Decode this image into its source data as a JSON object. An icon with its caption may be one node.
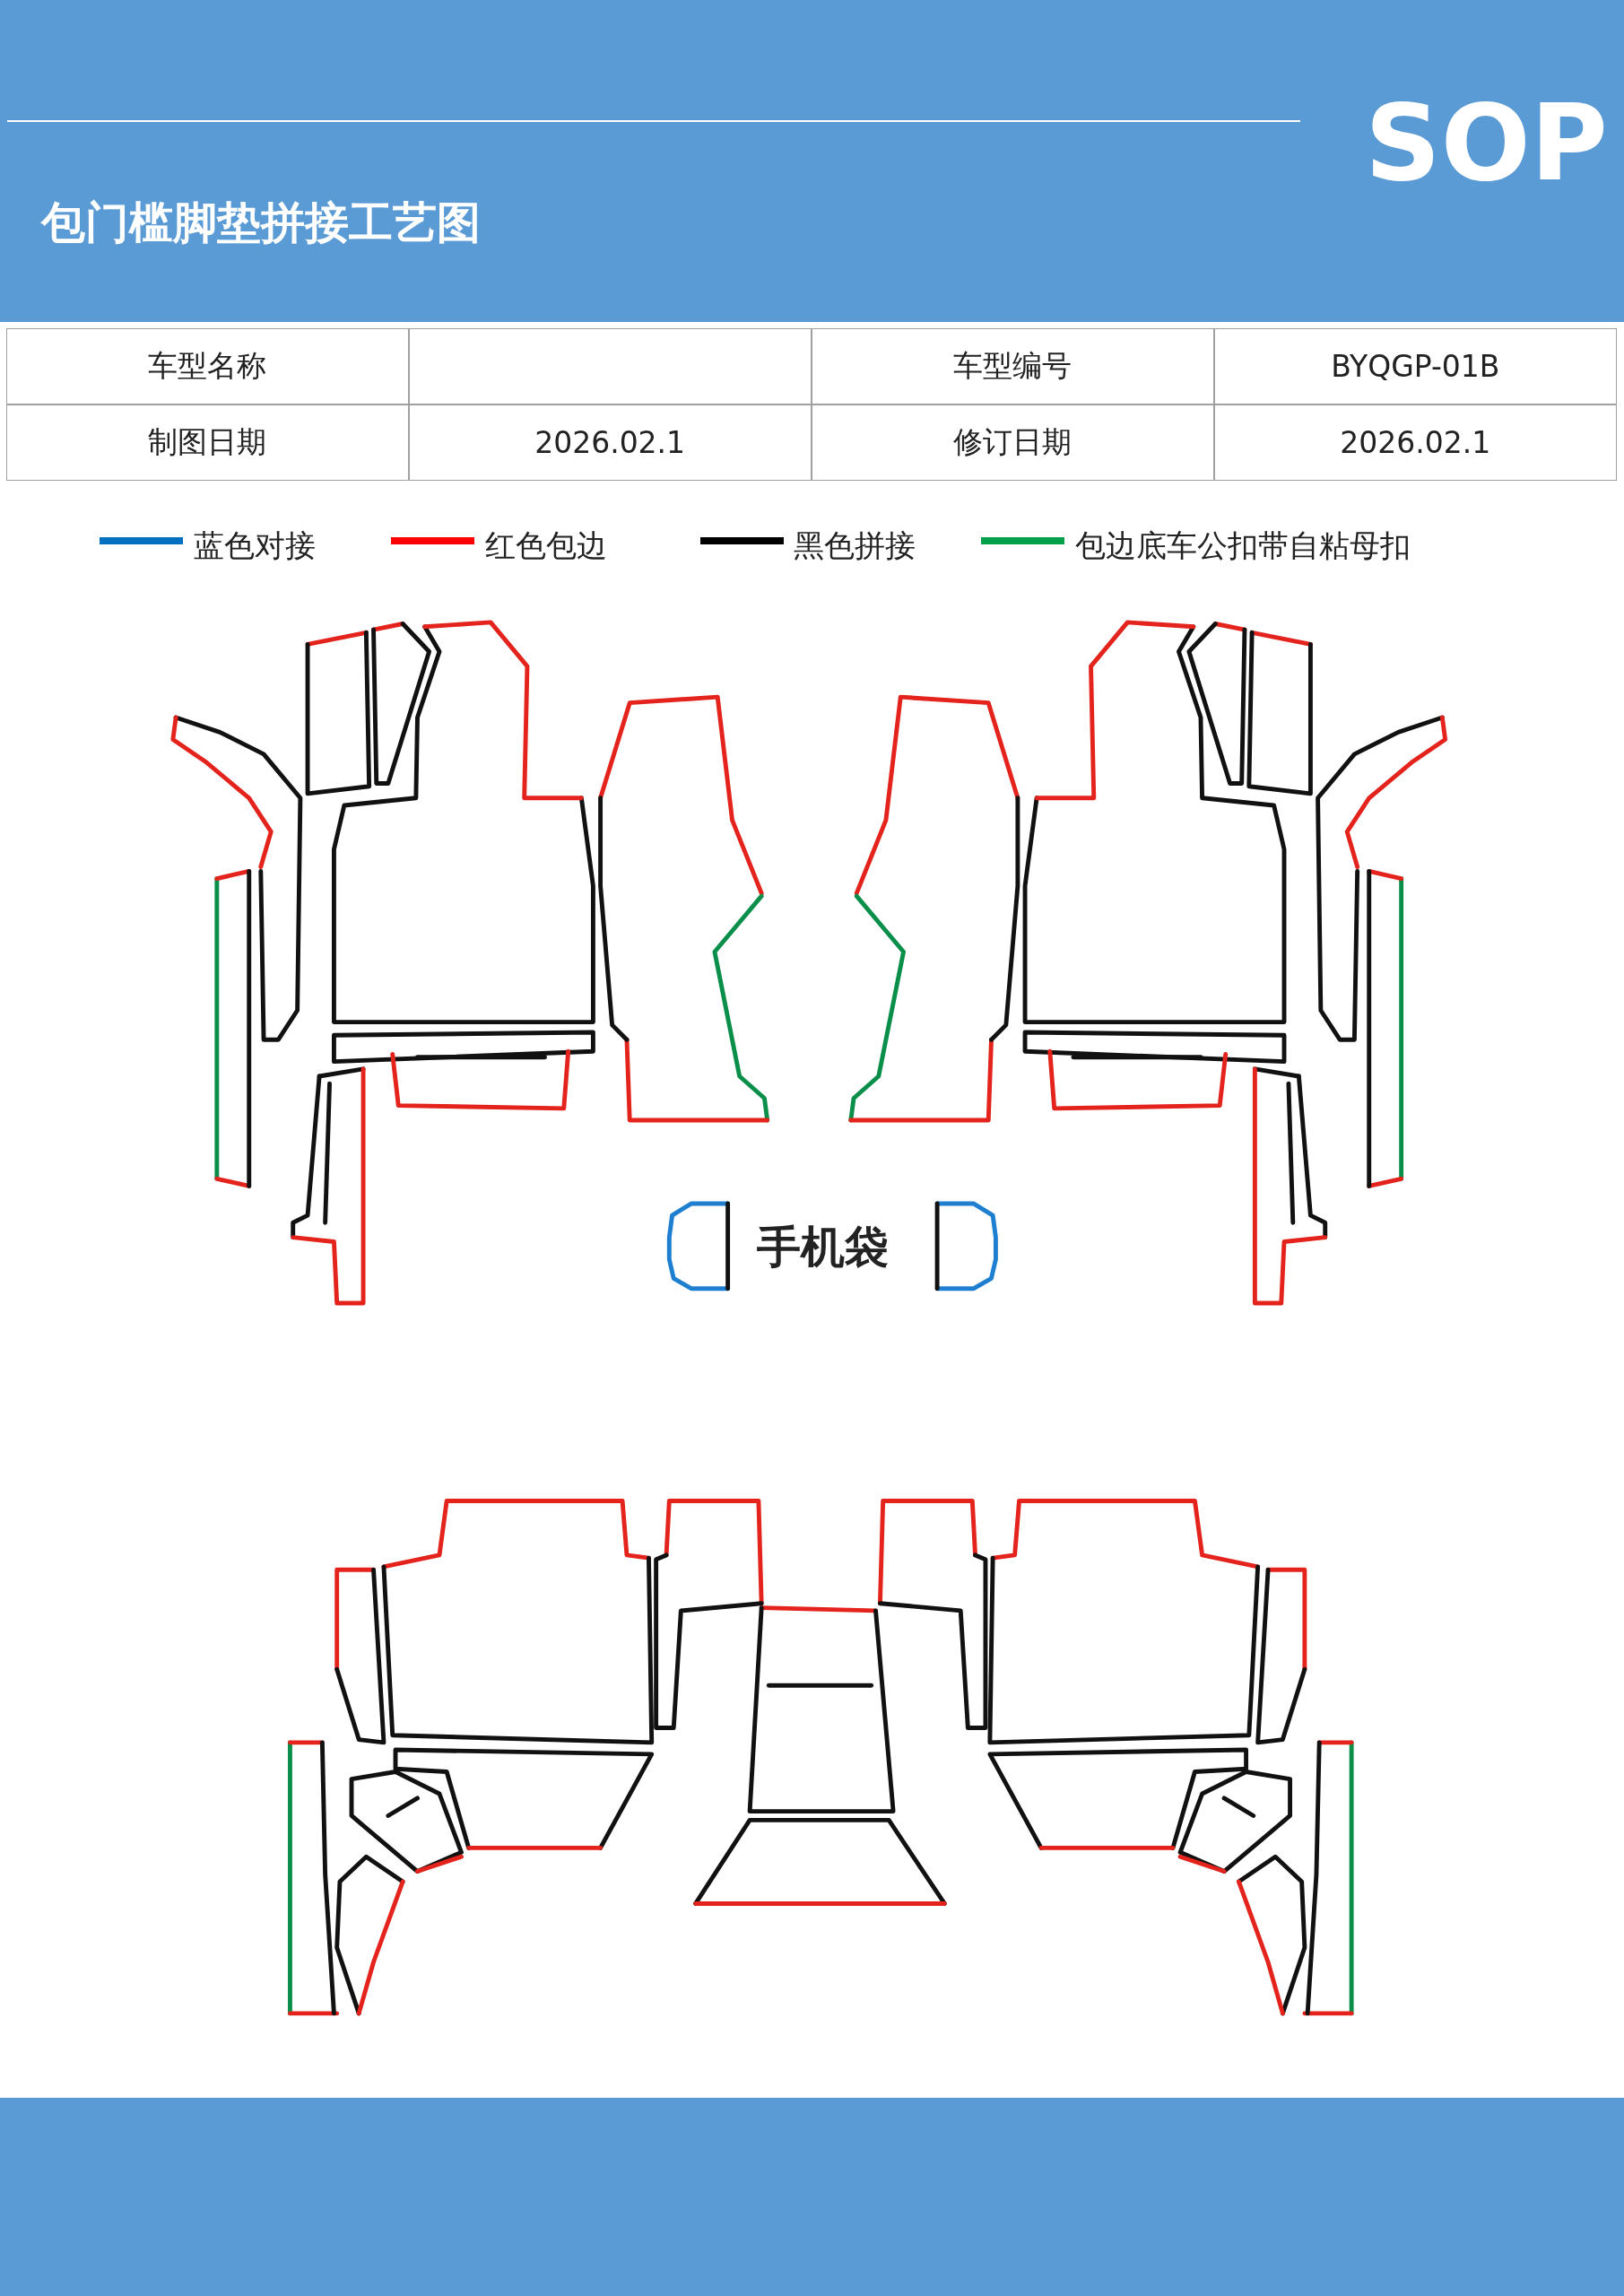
{
  "diagram": {
    "title": "包门槛脚垫拼接工艺图",
    "labels": [
      "SOP",
      "车型名称",
      "车型编号",
      "BYQGP-01B",
      "制图日期",
      "2026.02.1",
      "修订日期",
      "2026.02.1",
      "手机袋"
    ],
    "legend": [
      {
        "text": "蓝色对接",
        "color": "#0070c0"
      },
      {
        "text": "红色包边",
        "color": "#ff0000"
      },
      {
        "text": "黑色拼接",
        "color": "#000000"
      },
      {
        "text": "包边底车公扣带自粘母扣",
        "color": "#00a04a"
      }
    ]
  }
}
